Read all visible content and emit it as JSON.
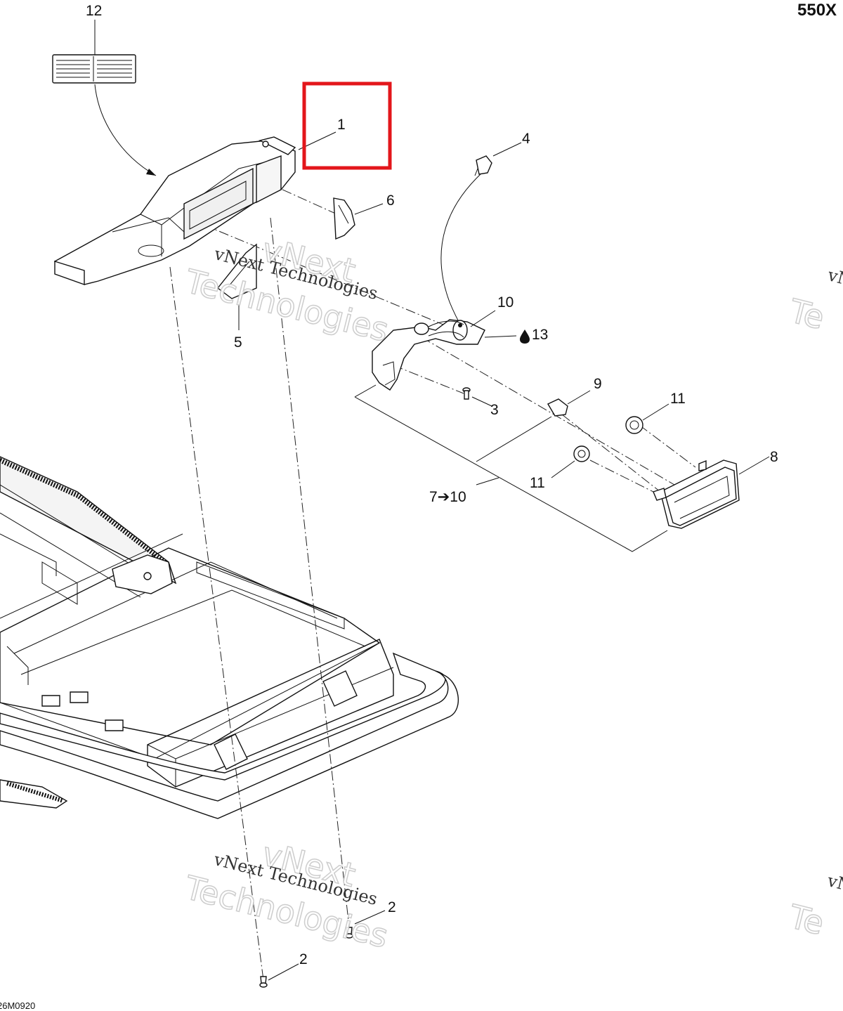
{
  "diagram": {
    "model_label": "550X",
    "drawing_ref": "26M0920",
    "callouts": {
      "c1": "1",
      "c2a": "2",
      "c2b": "2",
      "c3": "3",
      "c4": "4",
      "c5": "5",
      "c6": "6",
      "c7to10": "7➔10",
      "c8": "8",
      "c9": "9",
      "c10": "10",
      "c11a": "11",
      "c11b": "11",
      "c12": "12",
      "c13": "13"
    },
    "watermark": {
      "line1": "vNext",
      "line2": "vNext Technologies",
      "line3": "Technologies",
      "edge_small": "vN",
      "edge_big": "Te"
    },
    "highlight_color": "#e3161b"
  }
}
